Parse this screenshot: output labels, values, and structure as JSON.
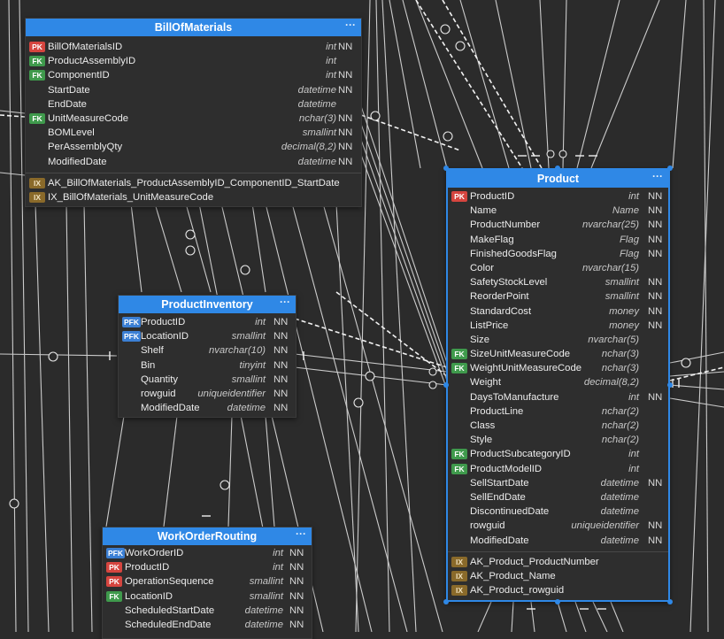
{
  "entities": {
    "bom": {
      "title": "BillOfMaterials",
      "menu": "···",
      "columns": [
        {
          "key": "PK",
          "name": "BillOfMaterialsID",
          "type": "int",
          "nn": "NN"
        },
        {
          "key": "FK",
          "name": "ProductAssemblyID",
          "type": "int",
          "nn": ""
        },
        {
          "key": "FK",
          "name": "ComponentID",
          "type": "int",
          "nn": "NN"
        },
        {
          "key": "",
          "name": "StartDate",
          "type": "datetime",
          "nn": "NN"
        },
        {
          "key": "",
          "name": "EndDate",
          "type": "datetime",
          "nn": ""
        },
        {
          "key": "FK",
          "name": "UnitMeasureCode",
          "type": "nchar(3)",
          "nn": "NN"
        },
        {
          "key": "",
          "name": "BOMLevel",
          "type": "smallint",
          "nn": "NN"
        },
        {
          "key": "",
          "name": "PerAssemblyQty",
          "type": "decimal(8,2)",
          "nn": "NN"
        },
        {
          "key": "",
          "name": "ModifiedDate",
          "type": "datetime",
          "nn": "NN"
        }
      ],
      "indexes": [
        {
          "key": "IX",
          "name": "AK_BillOfMaterials_ProductAssemblyID_ComponentID_StartDate"
        },
        {
          "key": "IX",
          "name": "IX_BillOfMaterials_UnitMeasureCode"
        }
      ]
    },
    "inventory": {
      "title": "ProductInventory",
      "menu": "···",
      "columns": [
        {
          "key": "PFK",
          "name": "ProductID",
          "type": "int",
          "nn": "NN"
        },
        {
          "key": "PFK",
          "name": "LocationID",
          "type": "smallint",
          "nn": "NN"
        },
        {
          "key": "",
          "name": "Shelf",
          "type": "nvarchar(10)",
          "nn": "NN"
        },
        {
          "key": "",
          "name": "Bin",
          "type": "tinyint",
          "nn": "NN"
        },
        {
          "key": "",
          "name": "Quantity",
          "type": "smallint",
          "nn": "NN"
        },
        {
          "key": "",
          "name": "rowguid",
          "type": "uniqueidentifier",
          "nn": "NN"
        },
        {
          "key": "",
          "name": "ModifiedDate",
          "type": "datetime",
          "nn": "NN"
        }
      ],
      "indexes": []
    },
    "routing": {
      "title": "WorkOrderRouting",
      "menu": "···",
      "columns": [
        {
          "key": "PFK",
          "name": "WorkOrderID",
          "type": "int",
          "nn": "NN"
        },
        {
          "key": "PK",
          "name": "ProductID",
          "type": "int",
          "nn": "NN"
        },
        {
          "key": "PK",
          "name": "OperationSequence",
          "type": "smallint",
          "nn": "NN"
        },
        {
          "key": "FK",
          "name": "LocationID",
          "type": "smallint",
          "nn": "NN"
        },
        {
          "key": "",
          "name": "ScheduledStartDate",
          "type": "datetime",
          "nn": "NN"
        },
        {
          "key": "",
          "name": "ScheduledEndDate",
          "type": "datetime",
          "nn": "NN"
        }
      ],
      "indexes": []
    },
    "product": {
      "title": "Product",
      "menu": "···",
      "columns": [
        {
          "key": "PK",
          "name": "ProductID",
          "type": "int",
          "nn": "NN"
        },
        {
          "key": "",
          "name": "Name",
          "type": "Name",
          "nn": "NN"
        },
        {
          "key": "",
          "name": "ProductNumber",
          "type": "nvarchar(25)",
          "nn": "NN"
        },
        {
          "key": "",
          "name": "MakeFlag",
          "type": "Flag",
          "nn": "NN"
        },
        {
          "key": "",
          "name": "FinishedGoodsFlag",
          "type": "Flag",
          "nn": "NN"
        },
        {
          "key": "",
          "name": "Color",
          "type": "nvarchar(15)",
          "nn": ""
        },
        {
          "key": "",
          "name": "SafetyStockLevel",
          "type": "smallint",
          "nn": "NN"
        },
        {
          "key": "",
          "name": "ReorderPoint",
          "type": "smallint",
          "nn": "NN"
        },
        {
          "key": "",
          "name": "StandardCost",
          "type": "money",
          "nn": "NN"
        },
        {
          "key": "",
          "name": "ListPrice",
          "type": "money",
          "nn": "NN"
        },
        {
          "key": "",
          "name": "Size",
          "type": "nvarchar(5)",
          "nn": ""
        },
        {
          "key": "FK",
          "name": "SizeUnitMeasureCode",
          "type": "nchar(3)",
          "nn": ""
        },
        {
          "key": "FK",
          "name": "WeightUnitMeasureCode",
          "type": "nchar(3)",
          "nn": ""
        },
        {
          "key": "",
          "name": "Weight",
          "type": "decimal(8,2)",
          "nn": ""
        },
        {
          "key": "",
          "name": "DaysToManufacture",
          "type": "int",
          "nn": "NN"
        },
        {
          "key": "",
          "name": "ProductLine",
          "type": "nchar(2)",
          "nn": ""
        },
        {
          "key": "",
          "name": "Class",
          "type": "nchar(2)",
          "nn": ""
        },
        {
          "key": "",
          "name": "Style",
          "type": "nchar(2)",
          "nn": ""
        },
        {
          "key": "FK",
          "name": "ProductSubcategoryID",
          "type": "int",
          "nn": ""
        },
        {
          "key": "FK",
          "name": "ProductModelID",
          "type": "int",
          "nn": ""
        },
        {
          "key": "",
          "name": "SellStartDate",
          "type": "datetime",
          "nn": "NN"
        },
        {
          "key": "",
          "name": "SellEndDate",
          "type": "datetime",
          "nn": ""
        },
        {
          "key": "",
          "name": "DiscontinuedDate",
          "type": "datetime",
          "nn": ""
        },
        {
          "key": "",
          "name": "rowguid",
          "type": "uniqueidentifier",
          "nn": "NN"
        },
        {
          "key": "",
          "name": "ModifiedDate",
          "type": "datetime",
          "nn": "NN"
        }
      ],
      "indexes": [
        {
          "key": "IX",
          "name": "AK_Product_ProductNumber"
        },
        {
          "key": "IX",
          "name": "AK_Product_Name"
        },
        {
          "key": "IX",
          "name": "AK_Product_rowguid"
        }
      ]
    }
  },
  "theme": {
    "canvas": "#2b2b2b",
    "header": "#2f88e6",
    "pk": "#d6453f",
    "fk": "#3f9a4c",
    "pfk": "#3b7fd4",
    "ix": "#8a6a2a"
  }
}
